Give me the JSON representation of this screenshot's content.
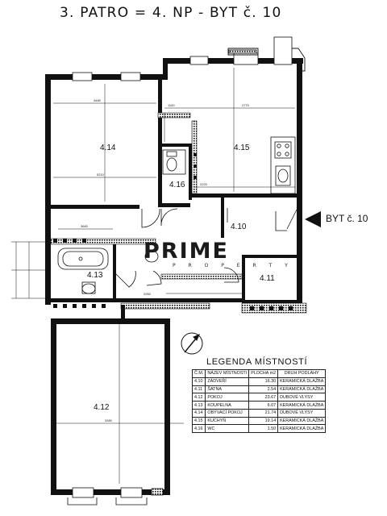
{
  "title": "3. PATRO = 4. NP - BYT č. 10",
  "entrance_label": "BYT č. 10",
  "watermark": {
    "brand": "PRIME",
    "tagline": "P R O P E R T Y"
  },
  "rooms": {
    "r410": "4.10",
    "r411": "4.11",
    "r412": "4.12",
    "r413": "4.13",
    "r414": "4.14",
    "r415": "4.15",
    "r416": "4.16"
  },
  "dimensions": {
    "d1": "3480",
    "d2": "1100",
    "d3": "2770",
    "d4": "5210",
    "d5": "3380",
    "d6": "2220",
    "d7": "2950",
    "d8": "3660"
  },
  "legend": {
    "title": "LEGENDA MÍSTNOSTÍ",
    "headers": [
      "Č.M.",
      "NÁZEV MÍSTNOSTI",
      "PLOCHA m2",
      "DRUH PODLAHY"
    ],
    "rows": [
      [
        "4.10",
        "ZÁDVEŘÍ",
        "16.30",
        "KERAMICKÁ DLAŽBA"
      ],
      [
        "4.11",
        "ŠATNA",
        "2.54",
        "KERAMICKÁ DLAŽBA"
      ],
      [
        "4.12",
        "POKOJ",
        "23.67",
        "DUBOVÉ VLYSY"
      ],
      [
        "4.13",
        "KOUPELNA",
        "6.07",
        "KERAMICKÁ DLAŽBA"
      ],
      [
        "4.14",
        "OBÝVACÍ POKOJ",
        "21.74",
        "DUBOVÉ VLYSY"
      ],
      [
        "4.15",
        "KUCHYŇ",
        "19.14",
        "KERAMICKÁ DLAŽBA"
      ],
      [
        "4.16",
        "WC",
        "1.50",
        "KERAMICKÁ DLAŽBA"
      ]
    ]
  }
}
